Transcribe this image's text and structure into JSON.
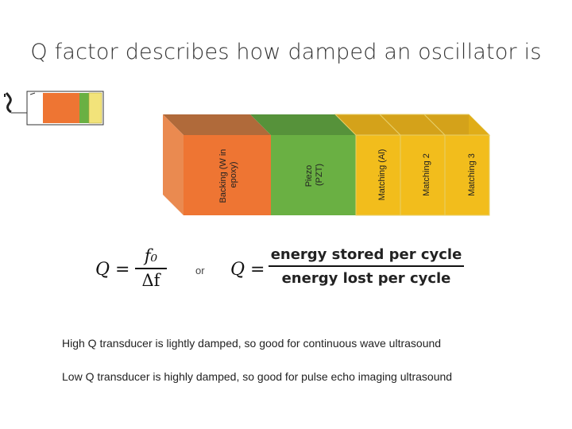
{
  "title": "Q factor describes how damped an oscillator is",
  "layers": [
    {
      "label": "Backing (W in epoxy)",
      "color": "#ee7533"
    },
    {
      "label": "Piezo (PZT)",
      "color": "#6ab043"
    },
    {
      "label": "Matching (Al)",
      "color": "#f2bd1c"
    },
    {
      "label": "Matching 2",
      "color": "#f2bd1c"
    },
    {
      "label": "Matching 3",
      "color": "#f2bd1c"
    }
  ],
  "formula1": {
    "lhs": "Q =",
    "numerator": "f₀",
    "denominator": "Δf"
  },
  "or_text": "or",
  "formula2": {
    "lhs": "Q =",
    "numerator": "energy stored per cycle",
    "denominator": "energy lost per cycle"
  },
  "notes": [
    "High Q transducer is lightly damped, so good for continuous wave ultrasound",
    "Low Q transducer is highly damped, so good for pulse echo imaging ultrasound"
  ]
}
